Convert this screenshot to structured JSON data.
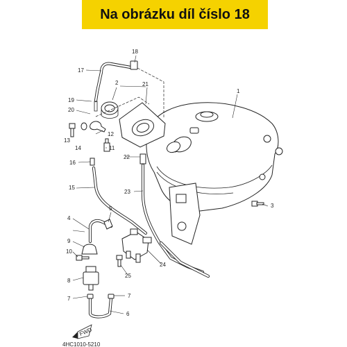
{
  "banner": {
    "text": "Na obrázku díl číslo 18",
    "color": "#f5d200"
  },
  "diagram": {
    "code": "4HC1010-5210",
    "fwd_label": "FWD",
    "callouts": [
      "1",
      "2",
      "3",
      "4",
      "5",
      "6",
      "7",
      "7",
      "8",
      "9",
      "10",
      "11",
      "12",
      "13",
      "14",
      "15",
      "16",
      "17",
      "18",
      "19",
      "20",
      "21",
      "22",
      "23",
      "24",
      "25"
    ]
  }
}
